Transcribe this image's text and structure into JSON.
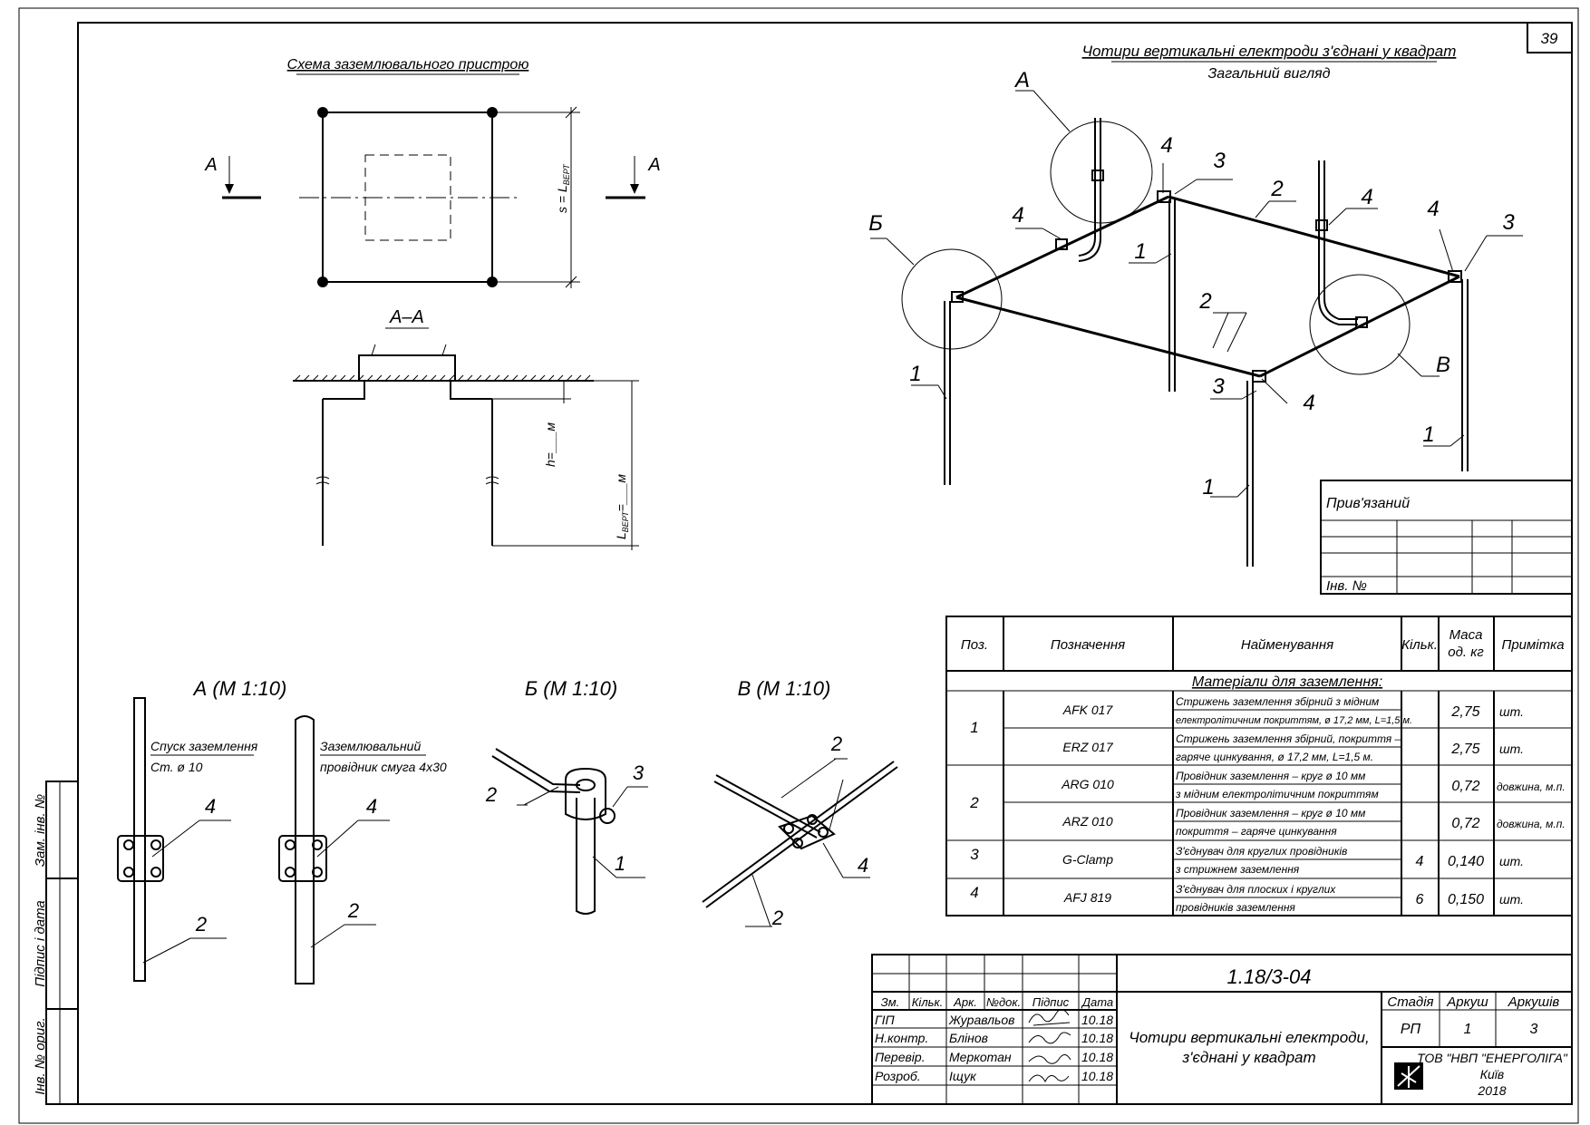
{
  "sheet_number": "39",
  "scheme": {
    "title": "Схема заземлювального пристрою",
    "section_marker": "А",
    "section_title": "А–А",
    "dim_s": "s = L",
    "dim_s_sub": "ВЕРТ",
    "dim_h": "h=___м",
    "dim_L": "L",
    "dim_L_sub": "ВЕРТ",
    "dim_L_tail": "=___м"
  },
  "general_view": {
    "title": "Чотири вертикальні електроди з'єднані у квадрат",
    "subtitle": "Загальний вигляд",
    "callouts": {
      "a": "А",
      "b": "Б",
      "v": "В"
    },
    "numbers": {
      "n1": "1",
      "n2": "2",
      "n3": "3",
      "n4": "4"
    }
  },
  "details": {
    "a_title": "А (М 1:10)",
    "b_title": "Б (М 1:10)",
    "v_title": "В (М 1:10)",
    "a_label1_line1": "Спуск заземлення",
    "a_label1_line2": "Ст. ø 10",
    "a_label2_line1": "Заземлювальний",
    "a_label2_line2": "провідник смуга 4х30"
  },
  "binding": {
    "title": "Прив'язаний",
    "inv_no": "Інв. №"
  },
  "spec": {
    "headers": {
      "pos": "Поз.",
      "designation": "Позначення",
      "name": "Найменування",
      "qty": "Кільк.",
      "mass_1": "Маса",
      "mass_2": "од. кг",
      "note": "Примітка"
    },
    "section": "Матеріали для заземлення:",
    "rows": [
      {
        "pos": "1",
        "designation": "AFK 017",
        "name_1": "Стрижень заземлення збірний з мідним",
        "name_2": "електролітичним покриттям, ø 17,2 мм, L=1,5 м.",
        "qty": "",
        "mass": "2,75",
        "note": "шт."
      },
      {
        "pos": "",
        "designation": "ERZ 017",
        "name_1": "Стрижень заземлення збірний, покриття –",
        "name_2": "гаряче цинкування, ø 17,2 мм, L=1,5 м.",
        "qty": "",
        "mass": "2,75",
        "note": "шт."
      },
      {
        "pos": "2",
        "designation": "ARG 010",
        "name_1": "Провідник заземлення – круг ø 10 мм",
        "name_2": "з мідним електролітичним покриттям",
        "qty": "",
        "mass": "0,72",
        "note": "довжина, м.п."
      },
      {
        "pos": "",
        "designation": "ARZ 010",
        "name_1": "Провідник заземлення – круг ø 10 мм",
        "name_2": "покриття – гаряче цинкування",
        "qty": "",
        "mass": "0,72",
        "note": "довжина, м.п."
      },
      {
        "pos": "3",
        "designation": "G-Clamp",
        "name_1": "З'єднувач для круглих провідників",
        "name_2": "з стрижнем заземлення",
        "qty": "4",
        "mass": "0,140",
        "note": "шт."
      },
      {
        "pos": "4",
        "designation": "AFJ 819",
        "name_1": "З'єднувач для плоских і круглих",
        "name_2": "провідників заземлення",
        "qty": "6",
        "mass": "0,150",
        "note": "шт."
      }
    ]
  },
  "title_block": {
    "code": "1.18/3-04",
    "col_headers": [
      "Зм.",
      "Кільк.",
      "Арк.",
      "№док.",
      "Підпис",
      "Дата"
    ],
    "people": [
      {
        "role": "ГІП",
        "name": "Журавльов",
        "date": "10.18"
      },
      {
        "role": "Н.контр.",
        "name": "Блінов",
        "date": "10.18"
      },
      {
        "role": "Перевір.",
        "name": "Меркотан",
        "date": "10.18"
      },
      {
        "role": "Розроб.",
        "name": "Іщук",
        "date": "10.18"
      }
    ],
    "description_1": "Чотири вертикальні електроди,",
    "description_2": "з'єднані у квадрат",
    "stage_h": "Стадія",
    "sheet_h": "Аркуш",
    "sheets_h": "Аркушів",
    "stage": "РП",
    "sheet": "1",
    "sheets": "3",
    "company_1": "ТОВ \"НВП \"ЕНЕРГОЛІГА\"",
    "company_2": "Київ",
    "company_3": "2018"
  },
  "side_stamp": {
    "replaced": "Зам. інв. №",
    "sign_date": "Підпис і дата",
    "orig": "Інв. № ориг."
  }
}
